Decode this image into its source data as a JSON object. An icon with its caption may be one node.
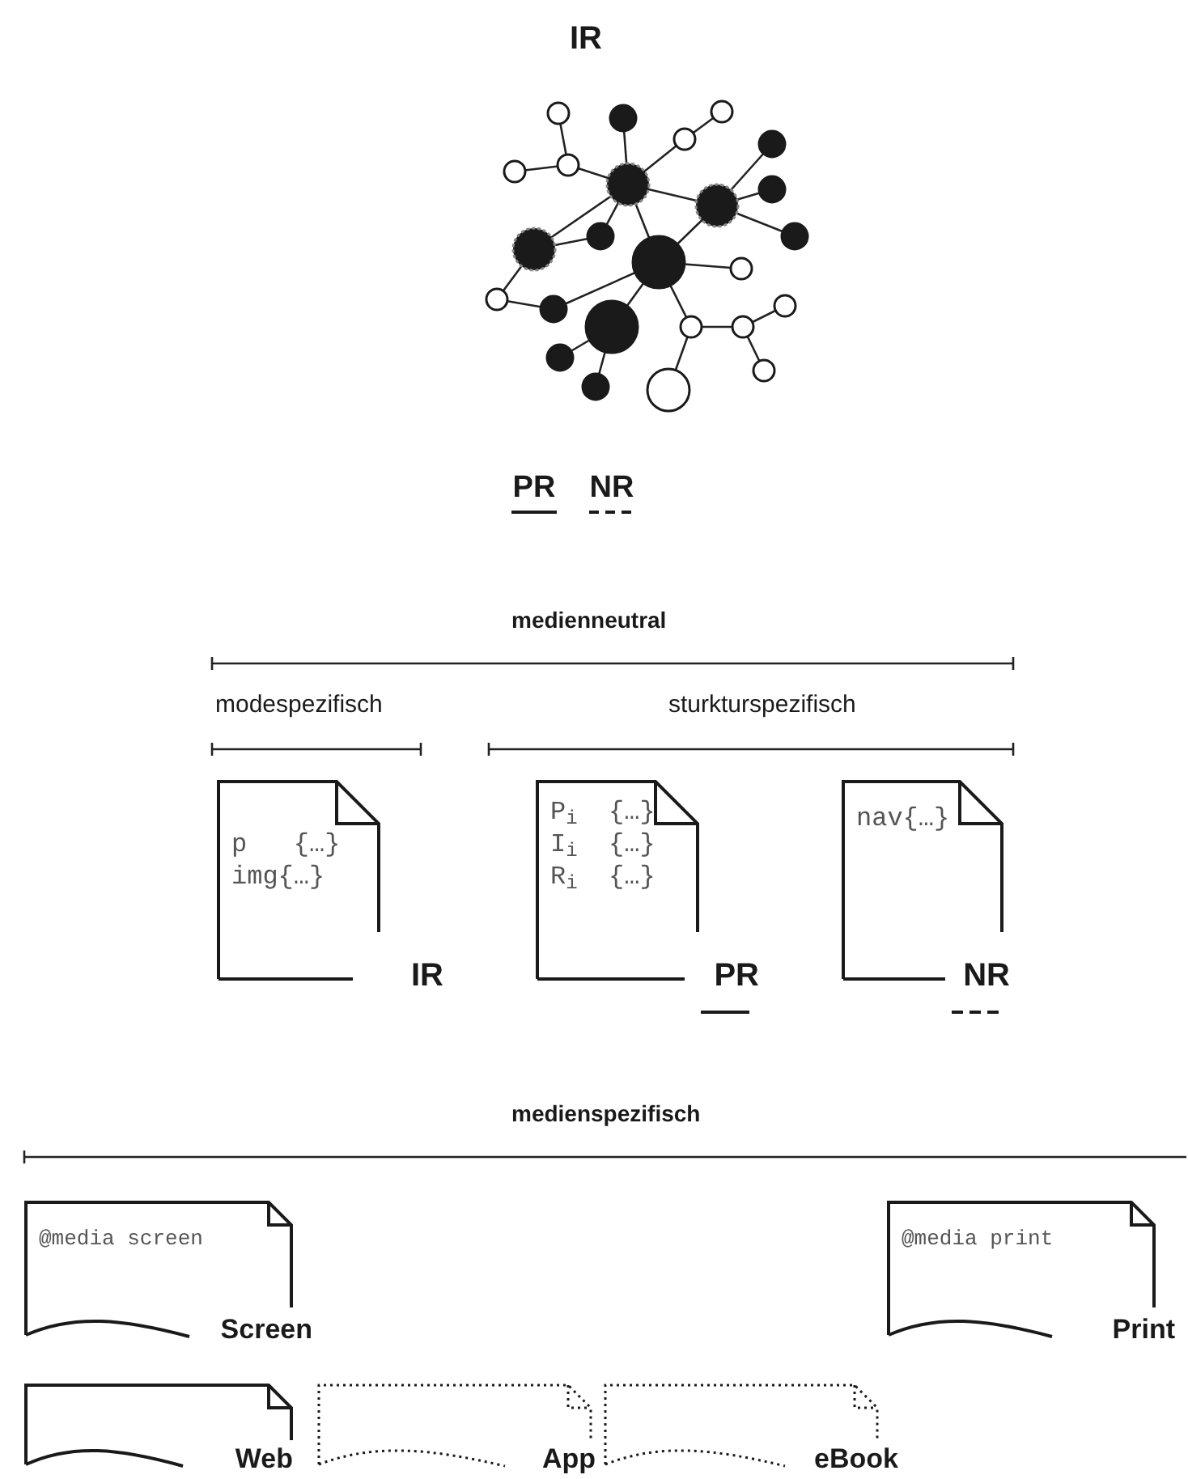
{
  "diagram": {
    "nodes": [
      {
        "text": [
          "p   {…}",
          "img{…}",
          "IR"
        ]
      },
      {
        "text": [
          "P$_{i}$  {…}",
          "I$_{i}$  {…}",
          "R$_{i}$  {…}",
          "PR"
        ]
      },
      {
        "text": [
          "nav{…}",
          "NR"
        ]
      },
      {
        "text": [
          "@media screen",
          "Screen"
        ]
      },
      {
        "text": [
          "@media print",
          "Print"
        ]
      },
      {
        "text": [
          "Web"
        ]
      },
      {
        "text": [
          "App"
        ]
      },
      {
        "text": [
          "eBook"
        ]
      }
    ],
    "labels": [
      "IR",
      "medienneutral",
      "modespezifisch",
      "sturkturspezifisch",
      "medienspezifisch"
    ],
    "legend": [
      {
        "text": "PR"
      },
      {
        "text": "NR"
      }
    ]
  }
}
